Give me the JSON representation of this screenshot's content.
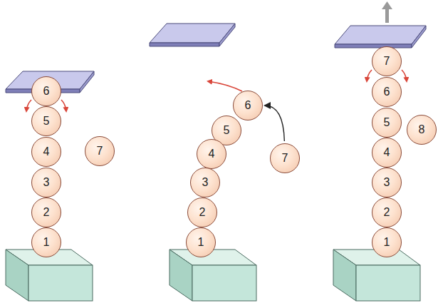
{
  "diagram": {
    "nodes": [
      {
        "text": [
          "6"
        ]
      },
      {
        "text": [
          "5"
        ]
      },
      {
        "text": [
          "4"
        ]
      },
      {
        "text": [
          "3"
        ]
      },
      {
        "text": [
          "2"
        ]
      },
      {
        "text": [
          "1"
        ]
      },
      {
        "text": [
          "7"
        ]
      },
      {
        "text": [
          "6"
        ]
      },
      {
        "text": [
          "5"
        ]
      },
      {
        "text": [
          "4"
        ]
      },
      {
        "text": [
          "3"
        ]
      },
      {
        "text": [
          "2"
        ]
      },
      {
        "text": [
          "1"
        ]
      },
      {
        "text": [
          "7"
        ]
      },
      {
        "text": [
          "7"
        ]
      },
      {
        "text": [
          "6"
        ]
      },
      {
        "text": [
          "5"
        ]
      },
      {
        "text": [
          "4"
        ]
      },
      {
        "text": [
          "3"
        ]
      },
      {
        "text": [
          "2"
        ]
      },
      {
        "text": [
          "1"
        ]
      },
      {
        "text": [
          "8"
        ]
      }
    ],
    "edges": [
      {
        "from": 13,
        "to": 7,
        "arrow": "to"
      }
    ]
  }
}
